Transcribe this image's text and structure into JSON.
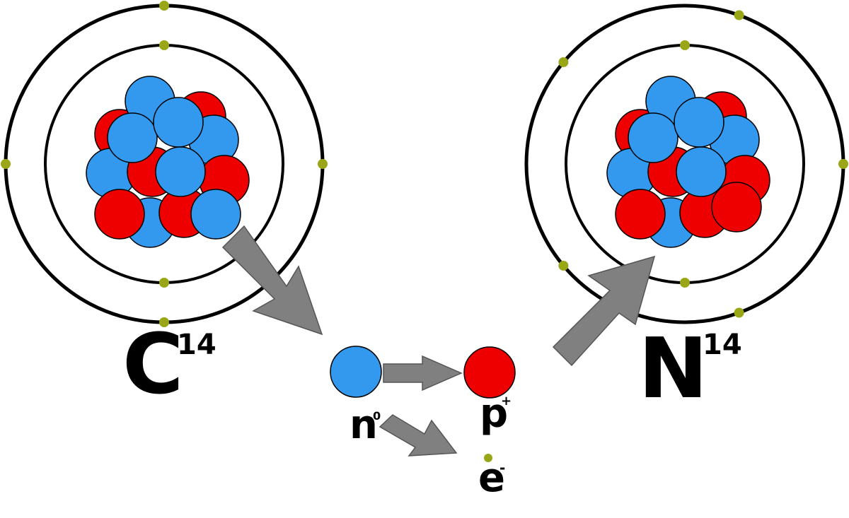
{
  "colors": {
    "proton": "#ee0000",
    "neutron": "#3399ee",
    "electron": "#99a615",
    "orbit": "#000000",
    "arrow": "#808080",
    "arrow_stroke": "#555555"
  },
  "atoms": [
    {
      "symbol": "C",
      "mass_number": "14",
      "protons": 6,
      "neutrons": 8,
      "electrons": 6
    },
    {
      "symbol": "N",
      "mass_number": "14",
      "protons": 7,
      "neutrons": 7,
      "electrons": 7
    }
  ],
  "particles": {
    "neutron": {
      "symbol": "n",
      "charge": "0"
    },
    "proton": {
      "symbol": "p",
      "charge": "+"
    },
    "electron": {
      "symbol": "e",
      "charge": "-"
    }
  }
}
